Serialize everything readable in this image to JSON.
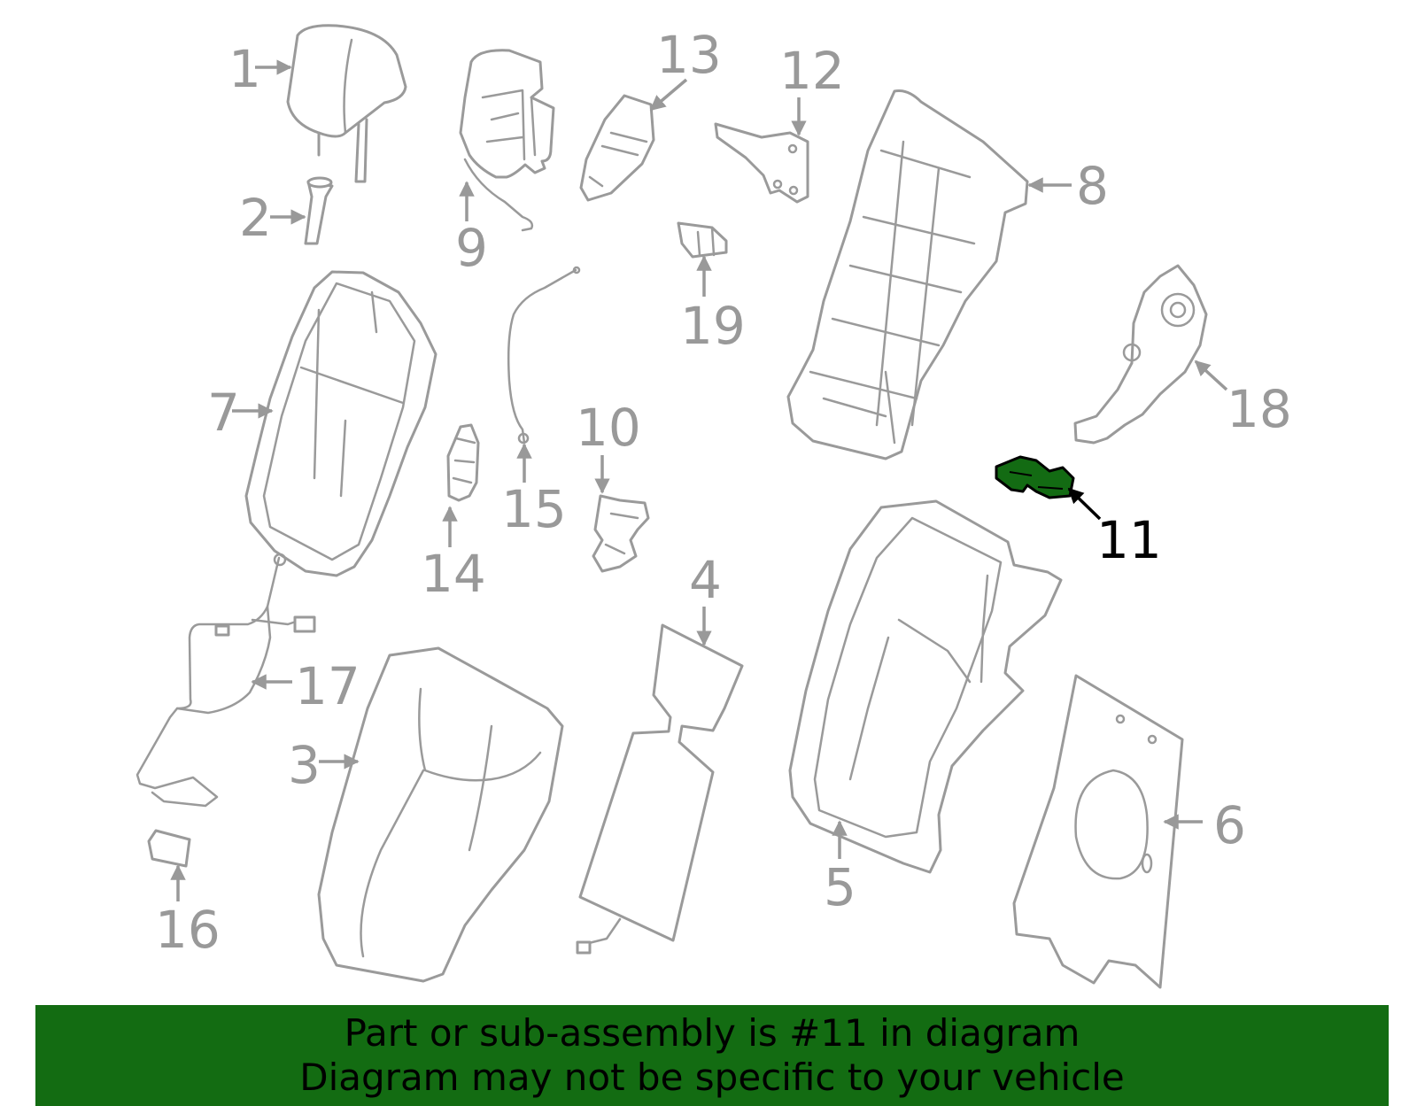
{
  "diagram": {
    "highlighted_part": "11",
    "highlight_color": "#136b13",
    "line_color": "#9a9a9a",
    "callouts": [
      "1",
      "2",
      "3",
      "4",
      "5",
      "6",
      "7",
      "8",
      "9",
      "10",
      "11",
      "12",
      "13",
      "14",
      "15",
      "16",
      "17",
      "18",
      "19"
    ]
  },
  "banner": {
    "line1": "Part or sub-assembly is #11 in diagram",
    "line2": "Diagram may not be specific to your vehicle",
    "color": "#136c12"
  }
}
